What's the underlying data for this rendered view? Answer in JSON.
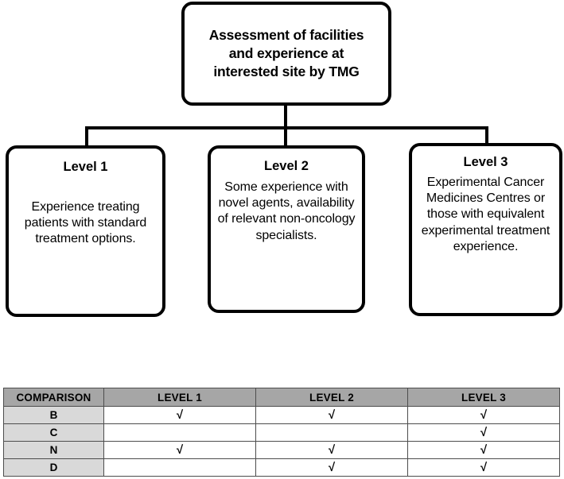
{
  "flowchart": {
    "root": {
      "text": "Assessment of facilities and experience at interested site by TMG"
    },
    "levels": [
      {
        "title": "Level 1",
        "body": "Experience treating patients with standard treatment options."
      },
      {
        "title": "Level 2",
        "body": "Some experience with novel agents, availability of relevant non-oncology specialists."
      },
      {
        "title": "Level 3",
        "body": "Experimental Cancer Medicines Centres or those with equivalent experimental treatment experience."
      }
    ]
  },
  "table": {
    "headers": [
      "COMPARISON",
      "LEVEL 1",
      "LEVEL 2",
      "LEVEL 3"
    ],
    "check_mark": "√",
    "rows": [
      {
        "label": "B",
        "cells": [
          "√",
          "√",
          "√"
        ]
      },
      {
        "label": "C",
        "cells": [
          "",
          "",
          "√"
        ]
      },
      {
        "label": "N",
        "cells": [
          "√",
          "√",
          "√"
        ]
      },
      {
        "label": "D",
        "cells": [
          "",
          "√",
          "√"
        ]
      }
    ]
  },
  "colors": {
    "header_fill": "#A6A6A6",
    "label_fill": "#D9D9D9",
    "cell_fill": "#FFFFFF",
    "border": "#000000",
    "grid": "#4D4D4D"
  }
}
